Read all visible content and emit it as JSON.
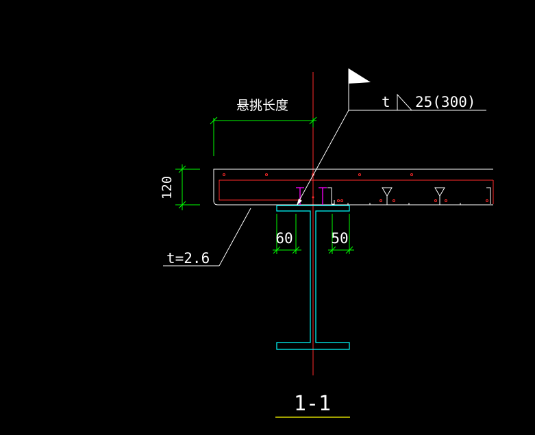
{
  "labels": {
    "cantilever_length": "悬挑长度",
    "slab_thickness": "120",
    "weld_thickness_prefix": "t",
    "weld_size": "25(300)",
    "deck_thickness": "t=2.6",
    "left_dim": "60",
    "right_dim": "50",
    "section_title": "1-1"
  },
  "colors": {
    "background": "#000000",
    "centerline": "#ff2a2a",
    "dimension": "#00ff00",
    "steel": "#00ffff",
    "slab_outline": "#ffffff",
    "rebar": "#ff2a2a",
    "stud": "#ff00ff",
    "title_underline": "#ffff00"
  }
}
